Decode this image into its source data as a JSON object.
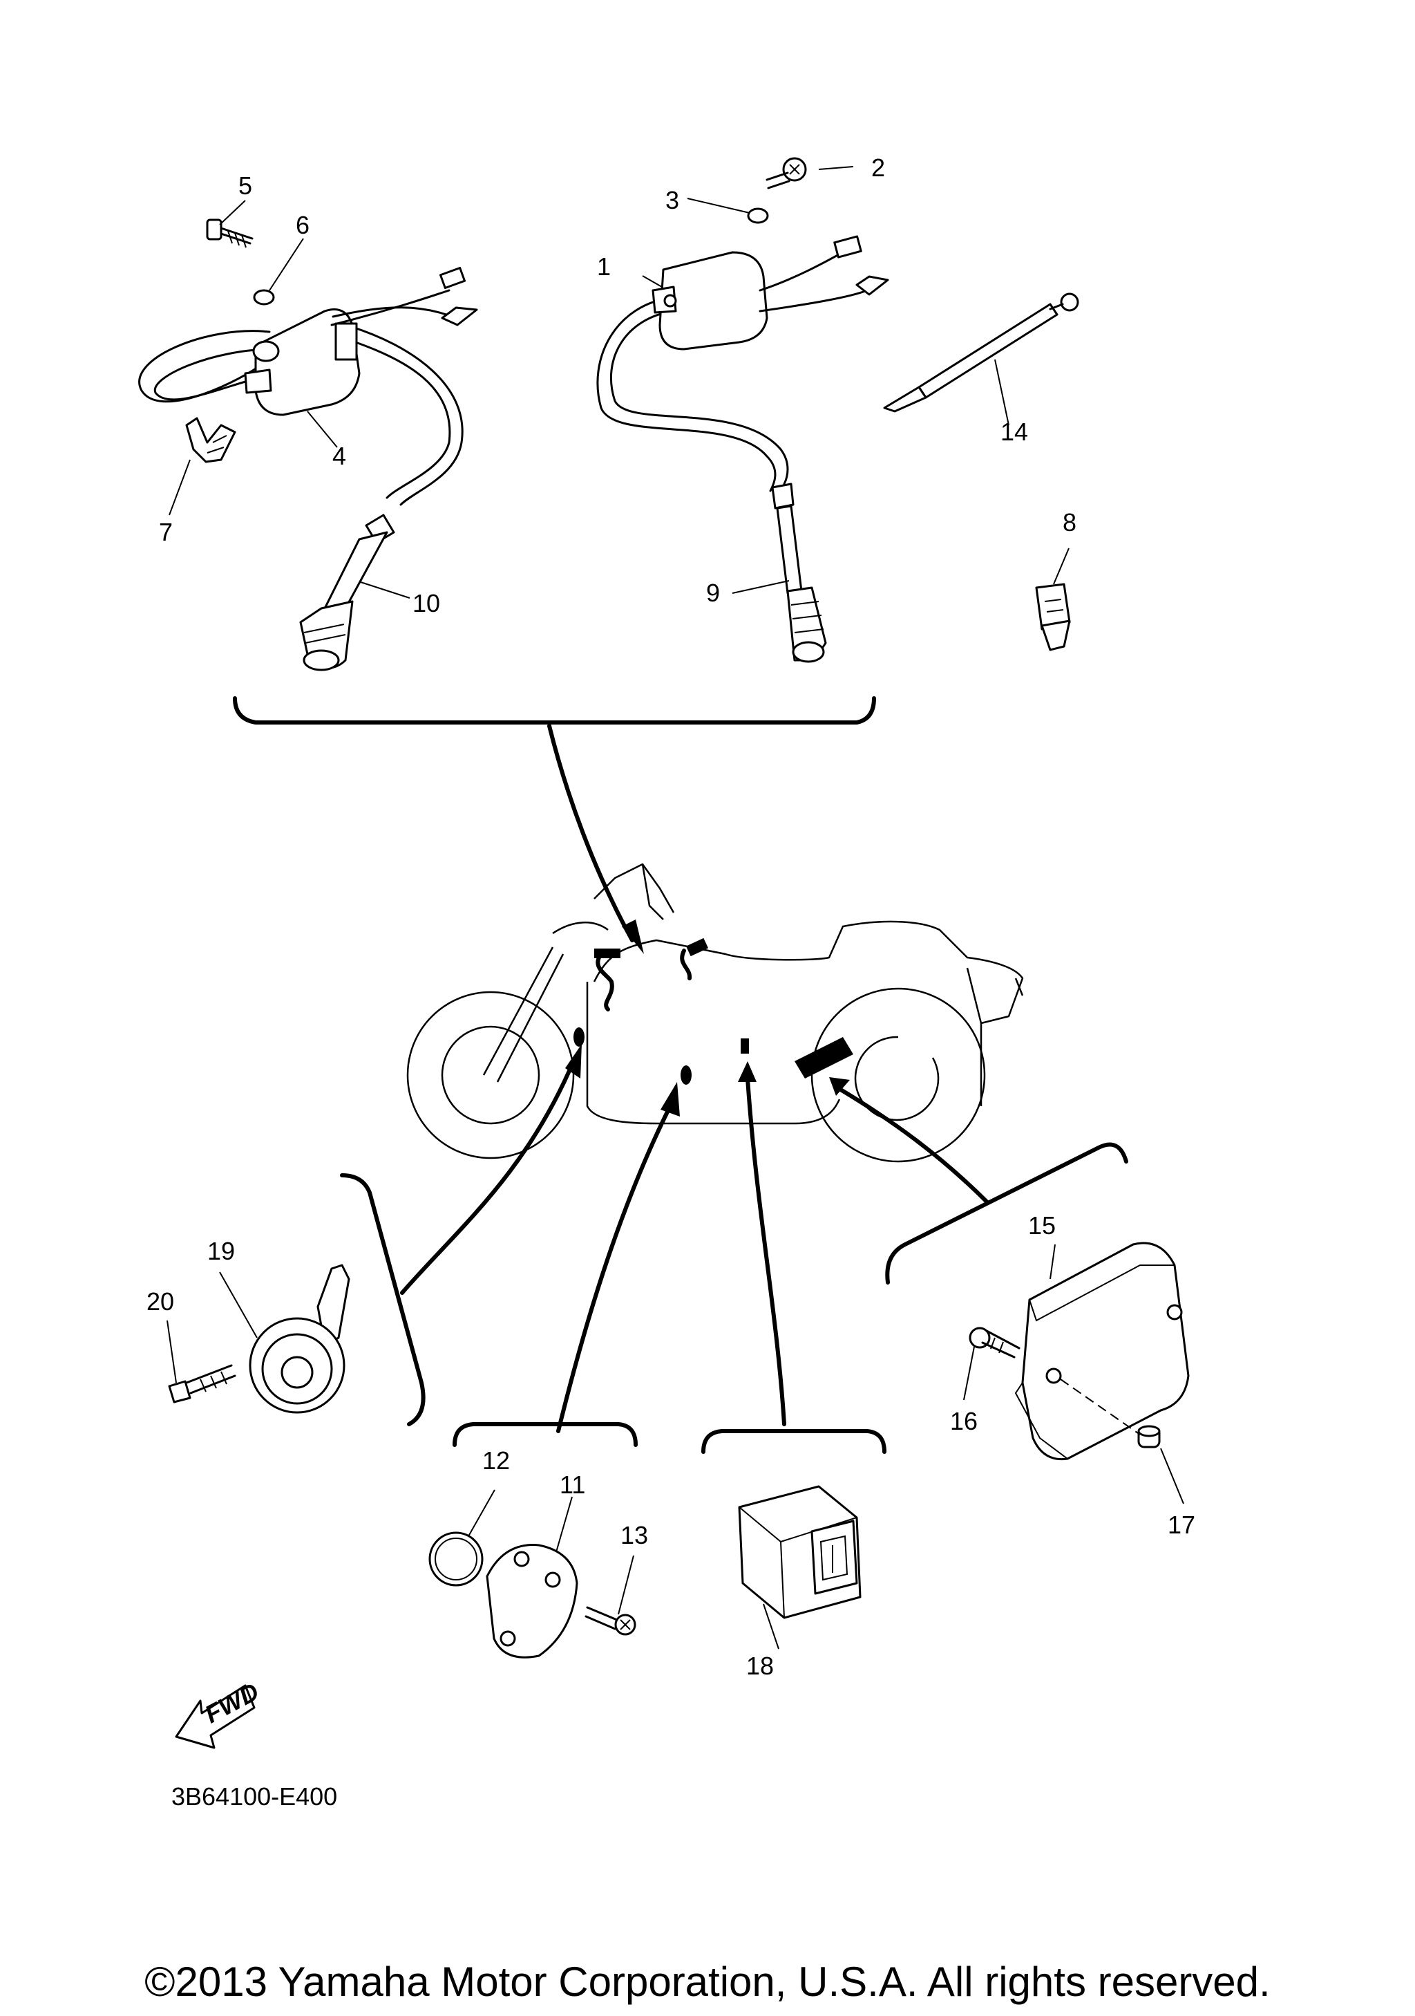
{
  "diagram": {
    "callouts": [
      {
        "number": "1"
      },
      {
        "number": "2"
      },
      {
        "number": "3"
      },
      {
        "number": "4"
      },
      {
        "number": "5"
      },
      {
        "number": "6"
      },
      {
        "number": "7"
      },
      {
        "number": "8"
      },
      {
        "number": "9"
      },
      {
        "number": "10"
      },
      {
        "number": "11"
      },
      {
        "number": "12"
      },
      {
        "number": "13"
      },
      {
        "number": "14"
      },
      {
        "number": "15"
      },
      {
        "number": "16"
      },
      {
        "number": "17"
      },
      {
        "number": "18"
      },
      {
        "number": "19"
      },
      {
        "number": "20"
      }
    ],
    "fwd_label": "FWD",
    "code": "3B64100-E400"
  },
  "footer": {
    "copyright": "©2013 Yamaha Motor Corporation, U.S.A. All rights reserved."
  }
}
